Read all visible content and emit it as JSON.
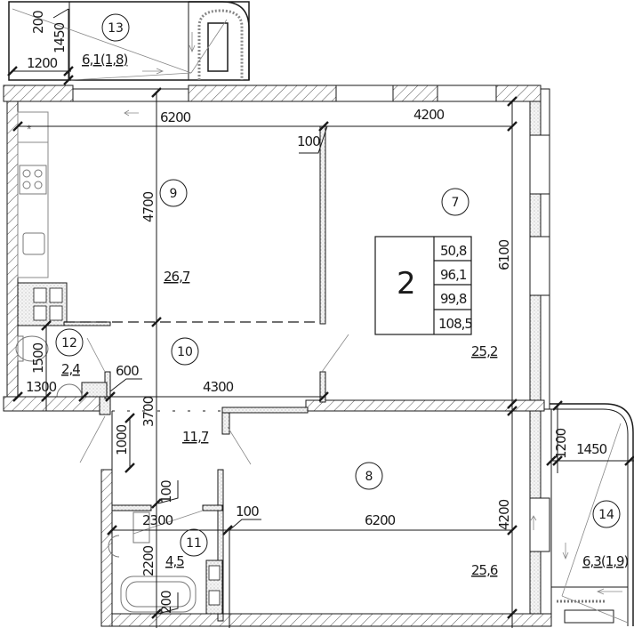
{
  "plan": {
    "apartment_type": "2",
    "areas_table": [
      "50,8",
      "96,1",
      "99,8",
      "108,5"
    ],
    "colors": {
      "line": "#1a1a1a",
      "thin": "#777777",
      "hatch": "#555555",
      "fill": "#ffffff"
    }
  },
  "rooms": [
    {
      "number": "7",
      "area": "25,2"
    },
    {
      "number": "8",
      "area": "25,6"
    },
    {
      "number": "9",
      "area": "26,7"
    },
    {
      "number": "10",
      "area": "11,7"
    },
    {
      "number": "11",
      "area": "4,5"
    },
    {
      "number": "12",
      "area": "2,4"
    },
    {
      "number": "13",
      "area": "6,1(1,8)"
    },
    {
      "number": "14",
      "area": "6,3(1,9)"
    }
  ],
  "dimensions": {
    "d_200_top": "200",
    "d_1450_top": "1450",
    "d_1200_top": "1200",
    "d_6200_top": "6200",
    "d_4200_top": "4200",
    "d_100_top": "100",
    "d_4700": "4700",
    "d_6100": "6100",
    "d_1500": "1500",
    "d_1300": "1300",
    "d_600": "600",
    "d_4300": "4300",
    "d_3700": "3700",
    "d_1000": "1000",
    "d_100_mid": "100",
    "d_2300": "2300",
    "d_100_right": "100",
    "d_6200_bottom": "6200",
    "d_4200_right": "4200",
    "d_2200": "2200",
    "d_200_bottom": "200",
    "d_1200_right": "1200",
    "d_1450_right": "1450"
  }
}
